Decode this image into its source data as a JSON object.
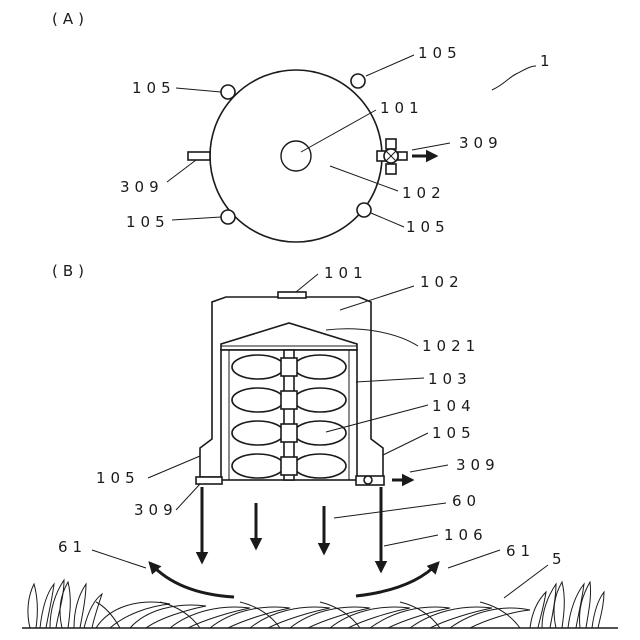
{
  "figure_a": {
    "panel_label": "(A)",
    "labels": {
      "ref_1": "1",
      "ref_101": "101",
      "ref_102": "102",
      "ref_105_top_left": "105",
      "ref_105_top_right": "105",
      "ref_105_bottom_left": "105",
      "ref_105_bottom_right": "105",
      "ref_309_left": "309",
      "ref_309_right": "309"
    }
  },
  "figure_b": {
    "panel_label": "(B)",
    "labels": {
      "ref_101": "101",
      "ref_102": "102",
      "ref_1021": "1021",
      "ref_103": "103",
      "ref_104": "104",
      "ref_105_left": "105",
      "ref_105_right": "105",
      "ref_309_left": "309",
      "ref_309_right": "309",
      "ref_60": "60",
      "ref_106": "106",
      "ref_61_left": "61",
      "ref_61_right": "61",
      "ref_5": "5"
    }
  }
}
